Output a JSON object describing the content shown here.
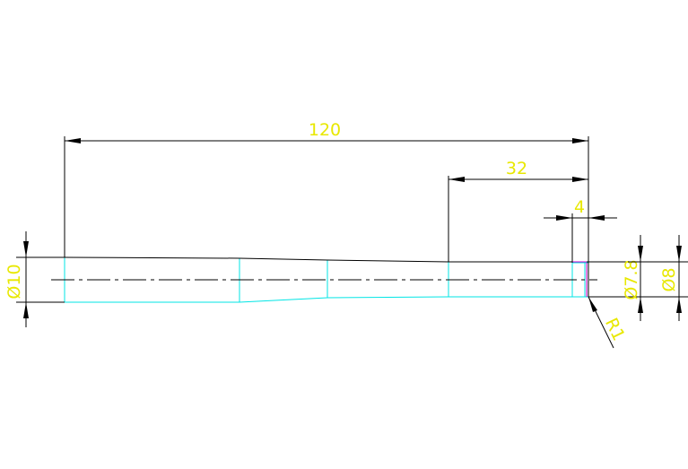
{
  "drawing": {
    "dimensions": {
      "overall_length": "120",
      "segment_length": "32",
      "groove_width": "4",
      "diameter_left": "Ø10",
      "diameter_groove": "Ø7.8",
      "diameter_right": "Ø8",
      "radius": "R1"
    },
    "colors": {
      "dimension_text": "#e8e800",
      "part_outline": "#00e5e5",
      "dimension_lines": "#000000",
      "accent": "#cc00cc"
    }
  }
}
